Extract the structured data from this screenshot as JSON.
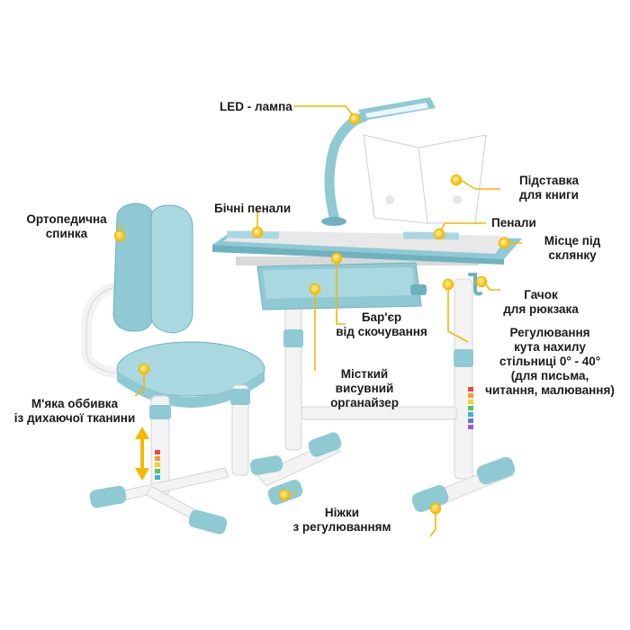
{
  "colors": {
    "accent": "#8fc9d4",
    "accent_dark": "#6fb2bf",
    "frame": "#f2f2f2",
    "callout": "#f5b800",
    "dot": "#ffd21a"
  },
  "labels": {
    "led_lamp": "LED - лампа",
    "book_stand": [
      "Підставка",
      "для книги"
    ],
    "side_cases": "Бічні пенали",
    "cases": "Пенали",
    "cup_place": [
      "Місце під",
      "склянку"
    ],
    "backrest": [
      "Ортопедична",
      "спинка"
    ],
    "bag_hook": [
      "Гачок",
      "для рюкзака"
    ],
    "slide_barrier": [
      "Бар'єр",
      "від скочування"
    ],
    "tilt": [
      "Регулювання",
      "кута нахилу",
      "стільниці 0° - 40°",
      "(для письма,",
      "читання, малювання)"
    ],
    "organizer": [
      "Місткий",
      "висувний",
      "органайзер"
    ],
    "upholstery": [
      "М'яка оббивка",
      "із дихаючої тканини"
    ],
    "legs": [
      "Ніжки",
      "з регулюванням"
    ]
  }
}
